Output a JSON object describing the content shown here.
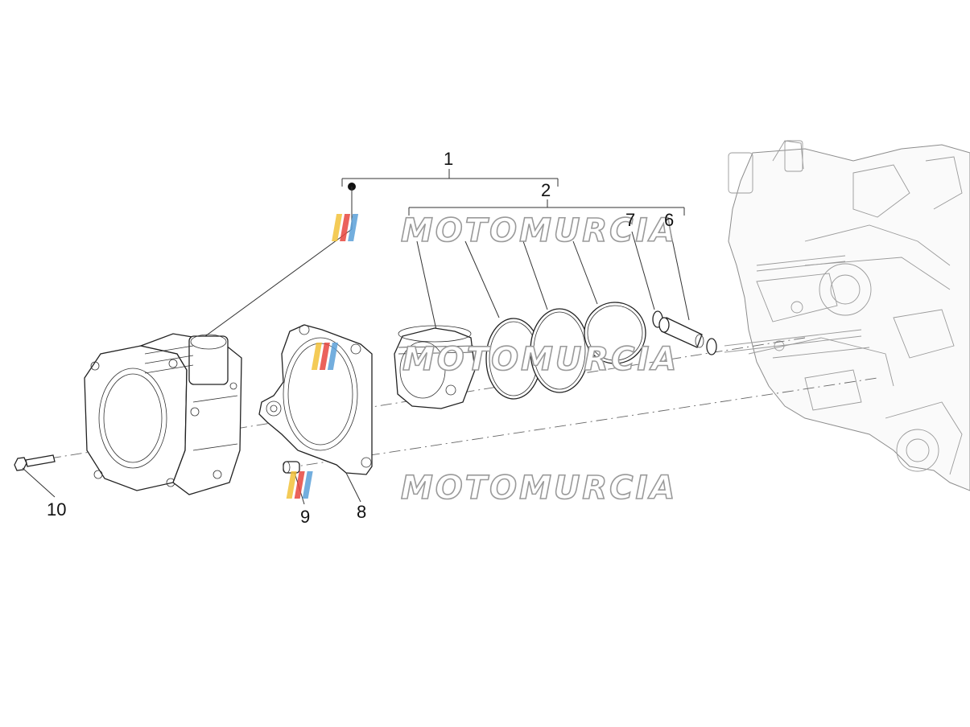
{
  "callouts": {
    "c1": "1",
    "c2": "2",
    "c6": "6",
    "c7": "7",
    "c8": "8",
    "c9": "9",
    "c10": "10"
  },
  "watermark": {
    "text": "MOTOMURCIA",
    "stripe_colors": [
      "#f2c23a",
      "#e8473e",
      "#5aa0d8"
    ]
  },
  "colors": {
    "line": "#222222",
    "engine": "#8c8c8c"
  }
}
